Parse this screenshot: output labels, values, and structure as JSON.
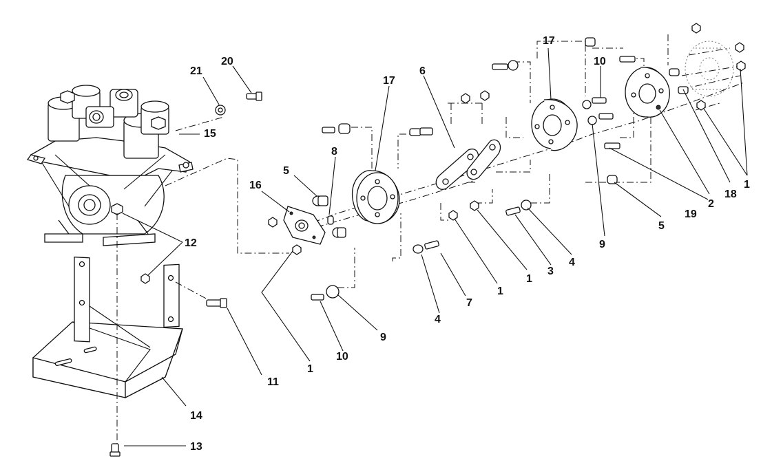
{
  "callouts": [
    "20",
    "21",
    "15",
    "16",
    "5",
    "8",
    "17",
    "6",
    "17",
    "10",
    "12",
    "12",
    "11",
    "14",
    "13",
    "1",
    "10",
    "9",
    "4",
    "7",
    "1",
    "1",
    "3",
    "4",
    "9",
    "5",
    "19",
    "2",
    "18",
    "1"
  ]
}
